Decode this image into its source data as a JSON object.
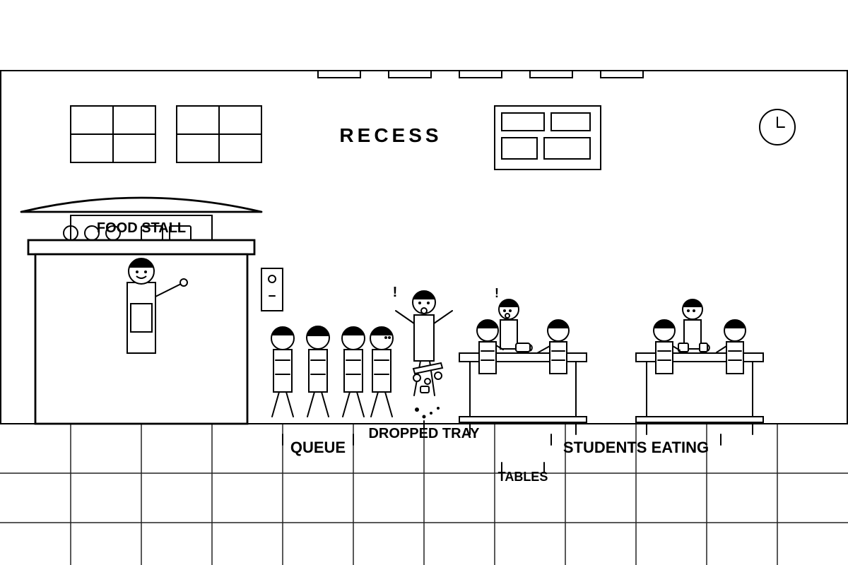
{
  "scene": {
    "title": "RECESS",
    "stall_sign": "FOOD STALL",
    "labels": {
      "queue": "QUEUE",
      "dropped_tray": "DROPPED TRAY",
      "students_eating": "STUDENTS EATING",
      "tables": "TABLES"
    },
    "exclamations": {
      "dropped_tray_student": "!",
      "table_student": "!"
    }
  },
  "colors": {
    "ink": "#000000",
    "background": "#ffffff"
  }
}
